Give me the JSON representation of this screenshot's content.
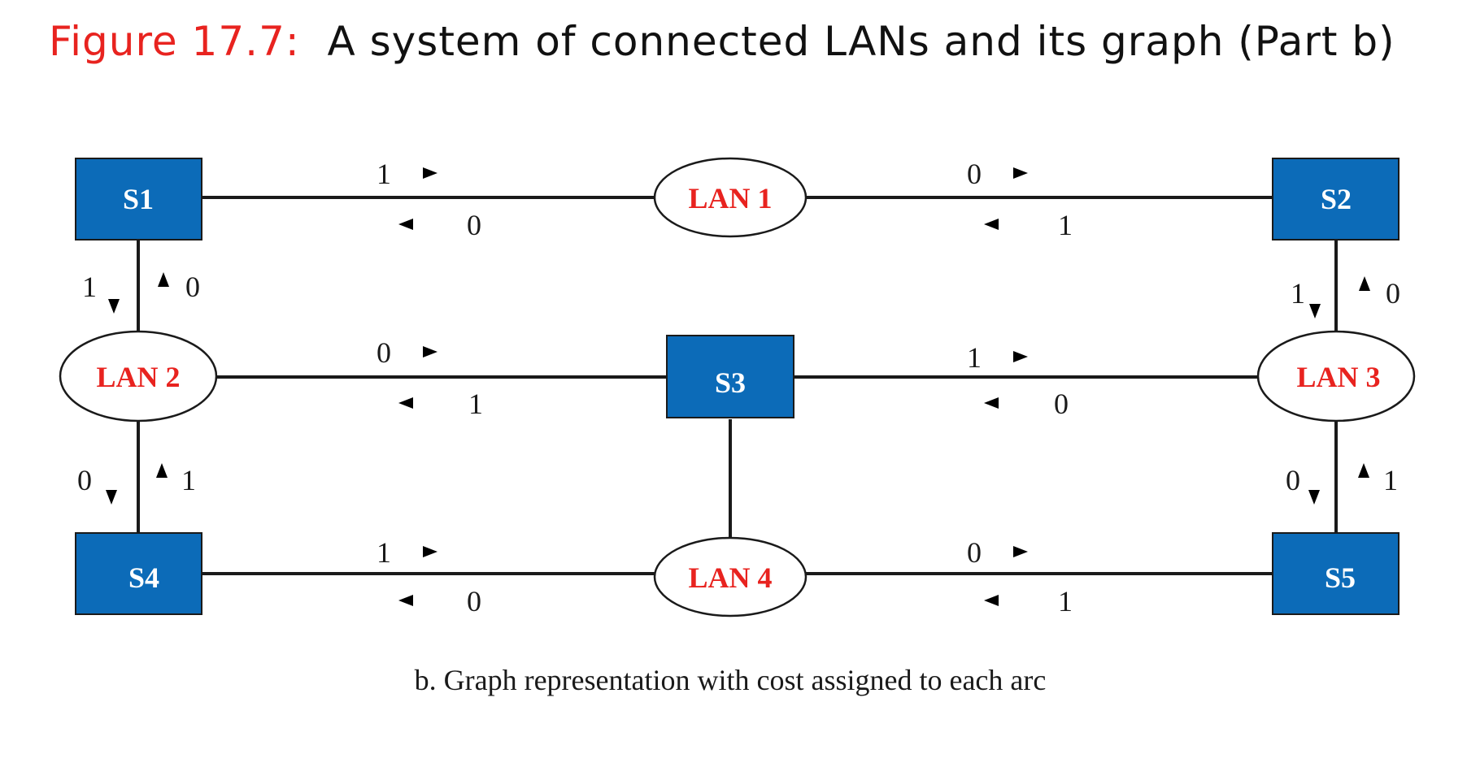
{
  "title": {
    "prefix": "Figure 17.7:",
    "text": "A system of connected LANs and its graph (Part b)"
  },
  "caption": "b. Graph representation with cost assigned to each arc",
  "switches": [
    {
      "id": "S1",
      "label": "S1"
    },
    {
      "id": "S2",
      "label": "S2"
    },
    {
      "id": "S3",
      "label": "S3"
    },
    {
      "id": "S4",
      "label": "S4"
    },
    {
      "id": "S5",
      "label": "S5"
    }
  ],
  "lans": [
    {
      "id": "LAN1",
      "label": "LAN 1"
    },
    {
      "id": "LAN2",
      "label": "LAN 2"
    },
    {
      "id": "LAN3",
      "label": "LAN 3"
    },
    {
      "id": "LAN4",
      "label": "LAN 4"
    }
  ],
  "arcs": [
    {
      "from": "S1",
      "to": "LAN1",
      "cost_forward": "1",
      "cost_reverse": "0"
    },
    {
      "from": "LAN1",
      "to": "S2",
      "cost_forward": "0",
      "cost_reverse": "1"
    },
    {
      "from": "S1",
      "to": "LAN2",
      "cost_forward": "1",
      "cost_reverse": "0"
    },
    {
      "from": "S2",
      "to": "LAN3",
      "cost_forward": "1",
      "cost_reverse": "0"
    },
    {
      "from": "LAN2",
      "to": "S3",
      "cost_forward": "0",
      "cost_reverse": "1"
    },
    {
      "from": "S3",
      "to": "LAN3",
      "cost_forward": "1",
      "cost_reverse": "0"
    },
    {
      "from": "LAN2",
      "to": "S4",
      "cost_forward": "0",
      "cost_reverse": "1"
    },
    {
      "from": "LAN3",
      "to": "S5",
      "cost_forward": "0",
      "cost_reverse": "1"
    },
    {
      "from": "S4",
      "to": "LAN4",
      "cost_forward": "1",
      "cost_reverse": "0"
    },
    {
      "from": "LAN4",
      "to": "S5",
      "cost_forward": "0",
      "cost_reverse": "1"
    },
    {
      "from": "S3",
      "to": "LAN4"
    }
  ],
  "colors": {
    "switch_fill": "#0c6bb8",
    "lan_label": "#e8231f",
    "title_prefix": "#e8231f"
  }
}
